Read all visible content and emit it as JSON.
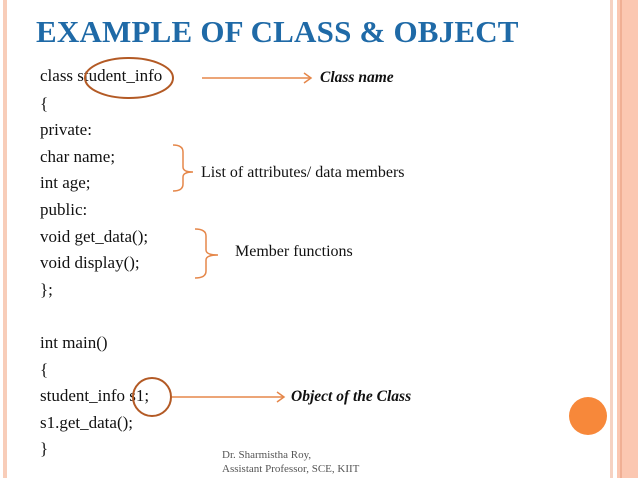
{
  "slide": {
    "title": "EXAMPLE OF CLASS & OBJECT",
    "title_color": "#1f6aa7",
    "accent_color": "#f7883a",
    "annotation_color": "#d9782f",
    "code_lines": [
      "class  student_info",
      "{",
      "private:",
      "   char name;",
      "   int age;",
      "public:",
      "   void get_data();",
      "   void display();",
      "};",
      "",
      "int main()",
      "{",
      "student_info s1;",
      "s1.get_data();",
      "}"
    ],
    "annotations": {
      "class_name": "Class name",
      "attributes": "List of attributes/ data members",
      "member_functions": "Member functions",
      "object": "Object of the Class"
    },
    "footer": {
      "line1": "Dr. Sharmistha Roy,",
      "line2": "Assistant Professor, SCE, KIIT"
    }
  }
}
